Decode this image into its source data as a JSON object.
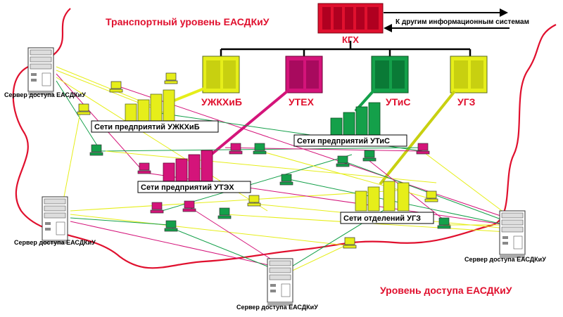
{
  "colors": {
    "red": "#e0102e",
    "kgx_red": "#e0102e",
    "yellow": "#e6ee1a",
    "magenta": "#d4147a",
    "green": "#14a04a",
    "border": "#5a6a20",
    "black": "#000000"
  },
  "titles": {
    "transport_level": "Транспортный уровень ЕАСДКиУ",
    "access_level": "Уровень доступа ЕАСДКиУ"
  },
  "hub": {
    "label": "КГХ",
    "external_link": "К другим информационным системам"
  },
  "departments": [
    {
      "label": "УЖКХиБ",
      "color": "yellow"
    },
    {
      "label": "УТЕХ",
      "color": "magenta"
    },
    {
      "label": "УТиС",
      "color": "green"
    },
    {
      "label": "УГЗ",
      "color": "yellow"
    }
  ],
  "networks": [
    {
      "label": "Сети предприятий УЖКХиБ"
    },
    {
      "label": "Сети предприятий УТиС"
    },
    {
      "label": "Сети предприятий УТЭХ"
    },
    {
      "label": "Сети отделений УГЗ"
    }
  ],
  "servers": [
    {
      "label": "Сервер доступа ЕАСДКиУ"
    },
    {
      "label": "Сервер доступа ЕАСДКиУ"
    },
    {
      "label": "Сервер доступа ЕАСДКиУ"
    },
    {
      "label": "Сервер доступа ЕАСДКиУ"
    }
  ]
}
